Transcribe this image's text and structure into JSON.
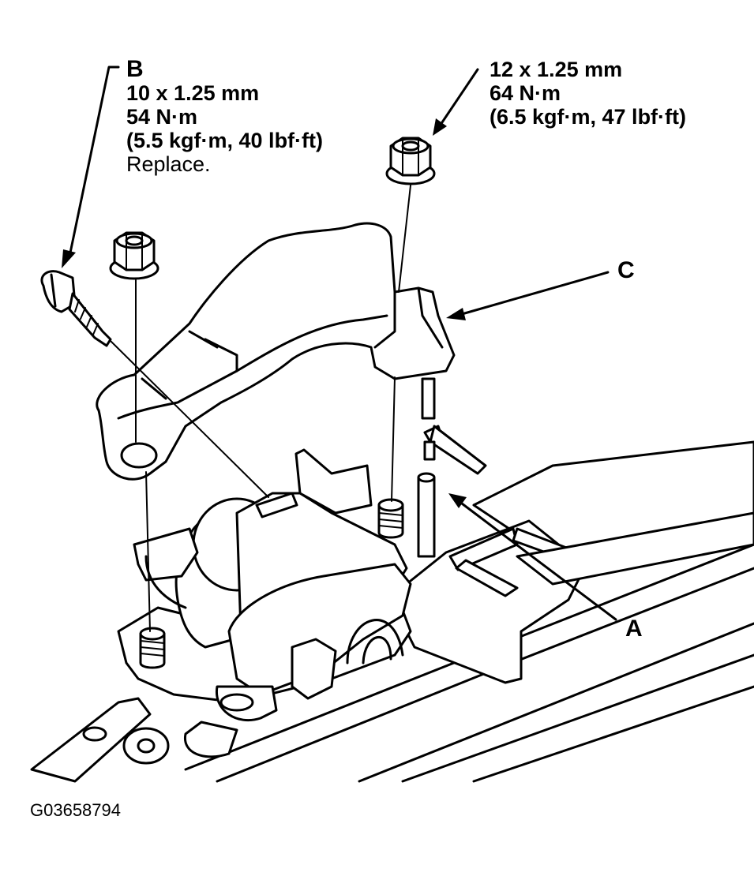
{
  "callout_b": {
    "letter": "B",
    "size": "10 x 1.25 mm",
    "torque_nm": "54 N·m",
    "torque_alt": "(5.5 kgf·m, 40 lbf·ft)",
    "note": "Replace."
  },
  "callout_nut": {
    "size": "12 x 1.25 mm",
    "torque_nm": "64 N·m",
    "torque_alt": "(6.5 kgf·m, 47 lbf·ft)"
  },
  "labels": {
    "a": "A",
    "c": "C"
  },
  "figure_id": "G03658794",
  "colors": {
    "ink": "#000000",
    "paper": "#ffffff"
  }
}
